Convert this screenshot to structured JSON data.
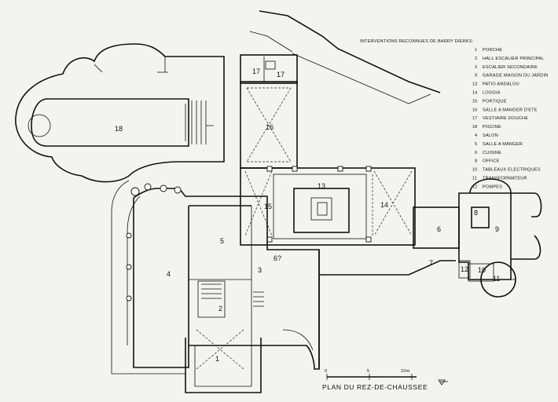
{
  "legend": {
    "heading": "INTERVENTIONS RECONNUES DE BARRY DIERKS:",
    "items": [
      {
        "num": "1",
        "label": "PORCHE"
      },
      {
        "num": "2",
        "label": "HALL ESCALIER PRINCIPAL"
      },
      {
        "num": "3",
        "label": "ESCALIER SECONDAIRE"
      },
      {
        "num": "9",
        "label": "GARAGE MAISON DU JARDIN"
      },
      {
        "num": "13",
        "label": "PATIO ANDALOU"
      },
      {
        "num": "14",
        "label": "LOGGIA"
      },
      {
        "num": "15",
        "label": "PORTIQUE"
      },
      {
        "num": "16",
        "label": "SALLE A MANGER D'ETE"
      },
      {
        "num": "17",
        "label": "VESTIAIRE DOUCHE"
      },
      {
        "num": "18",
        "label": "PISCINE"
      },
      {
        "num": "4",
        "label": "SALON"
      },
      {
        "num": "5",
        "label": "SALLE A MANGER"
      },
      {
        "num": "6",
        "label": "CUISINE"
      },
      {
        "num": "8",
        "label": "OFFICE"
      },
      {
        "num": "10",
        "label": "TABLEAUX ELECTRIQUES"
      },
      {
        "num": "11",
        "label": "TRANSFORMATEUR"
      },
      {
        "num": "12",
        "label": "POMPES"
      }
    ]
  },
  "rooms": [
    {
      "id": "18",
      "label": "18"
    },
    {
      "id": "17a",
      "label": "17"
    },
    {
      "id": "17b",
      "label": "17"
    },
    {
      "id": "16",
      "label": "16"
    },
    {
      "id": "13",
      "label": "13"
    },
    {
      "id": "14",
      "label": "14"
    },
    {
      "id": "15",
      "label": "15"
    },
    {
      "id": "5",
      "label": "5"
    },
    {
      "id": "4",
      "label": "4"
    },
    {
      "id": "6q",
      "label": "6?"
    },
    {
      "id": "3",
      "label": "3"
    },
    {
      "id": "2",
      "label": "2"
    },
    {
      "id": "1",
      "label": "1"
    },
    {
      "id": "6",
      "label": "6"
    },
    {
      "id": "7",
      "label": "7"
    },
    {
      "id": "8",
      "label": "8"
    },
    {
      "id": "9",
      "label": "9"
    },
    {
      "id": "10",
      "label": "10"
    },
    {
      "id": "11",
      "label": "11"
    },
    {
      "id": "12",
      "label": "12"
    }
  ],
  "scale": {
    "zero": "0",
    "five": "5",
    "ten": "10m"
  },
  "title": "PLAN DU REZ-DE-CHAUSSEE"
}
